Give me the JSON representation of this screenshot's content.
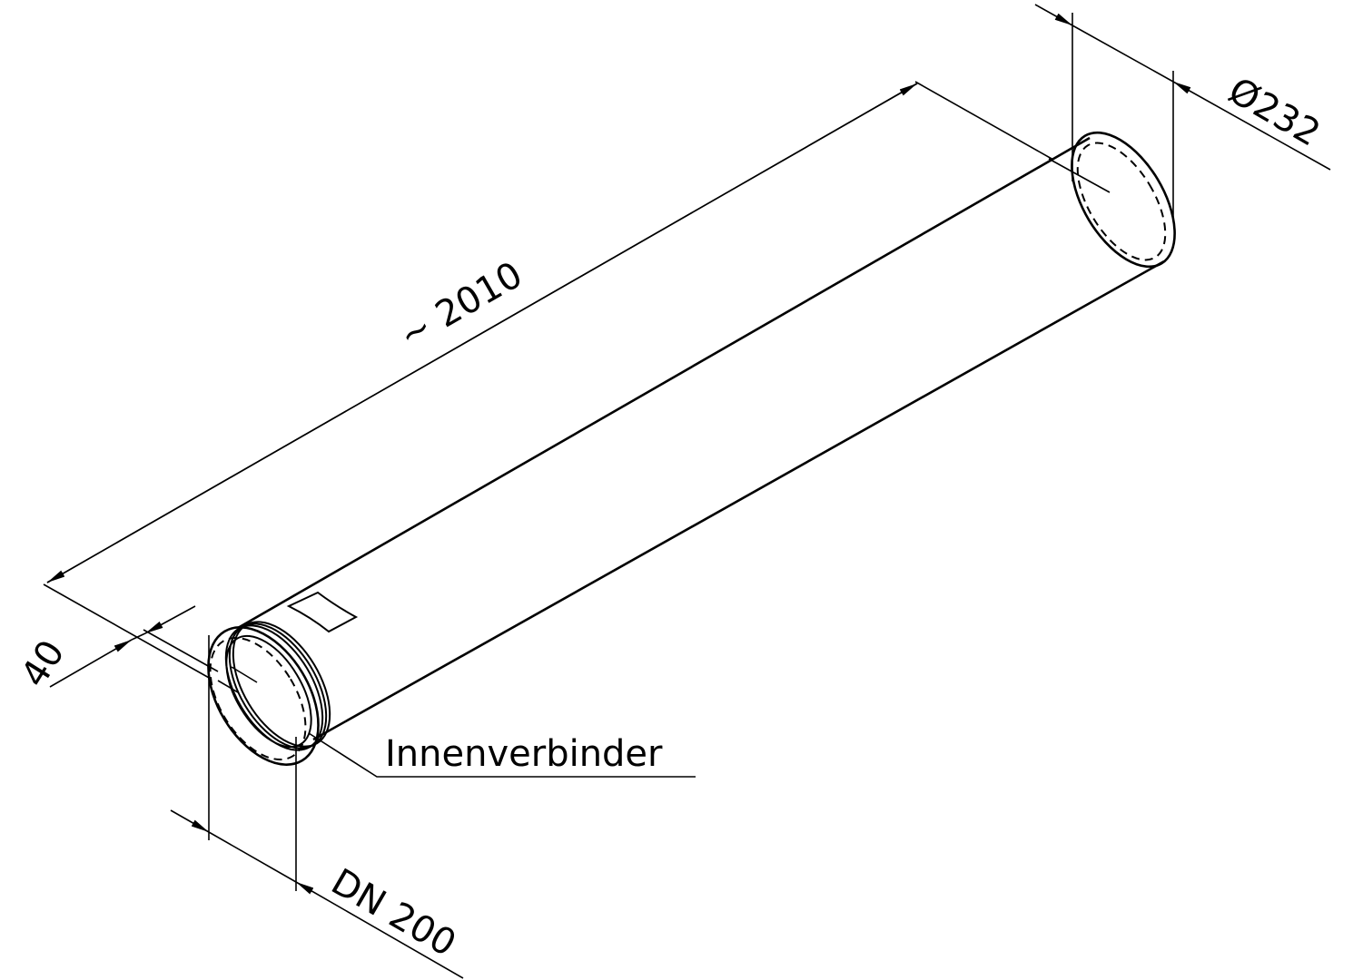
{
  "drawing": {
    "dimensions": {
      "length": "~ 2010",
      "outer_diameter": "Ø232",
      "connector_depth": "40",
      "nominal_diameter": "DN 200"
    },
    "callout": "Innenverbinder"
  }
}
